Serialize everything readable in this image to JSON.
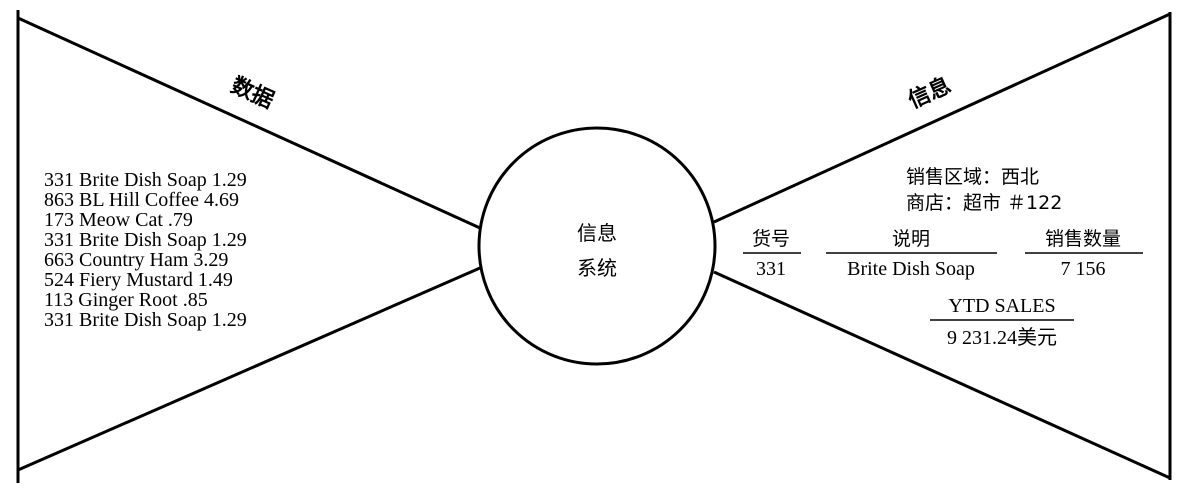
{
  "left_wing": {
    "label": "数据",
    "records": [
      "331 Brite Dish Soap  1.29",
      "863 BL Hill Coffee  4.69",
      "173 Meow Cat  .79",
      "331 Brite Dish Soap  1.29",
      "663 Country Ham  3.29",
      "524 Fiery Mustard  1.49",
      "113 Ginger Root  .85",
      "331 Brite Dish Soap  1.29"
    ]
  },
  "center": {
    "line1": "信息",
    "line2": "系统"
  },
  "right_wing": {
    "label": "信息",
    "region": "销售区域：西北",
    "store": "商店：超市 ＃122",
    "columns": {
      "item_no": {
        "header": "货号",
        "value": "331"
      },
      "description": {
        "header": "说明",
        "value": "Brite Dish Soap"
      },
      "units_sold": {
        "header": "销售数量",
        "value": "7  156"
      }
    },
    "ytd": {
      "header": "YTD SALES",
      "value": "9 231.24美元"
    }
  }
}
